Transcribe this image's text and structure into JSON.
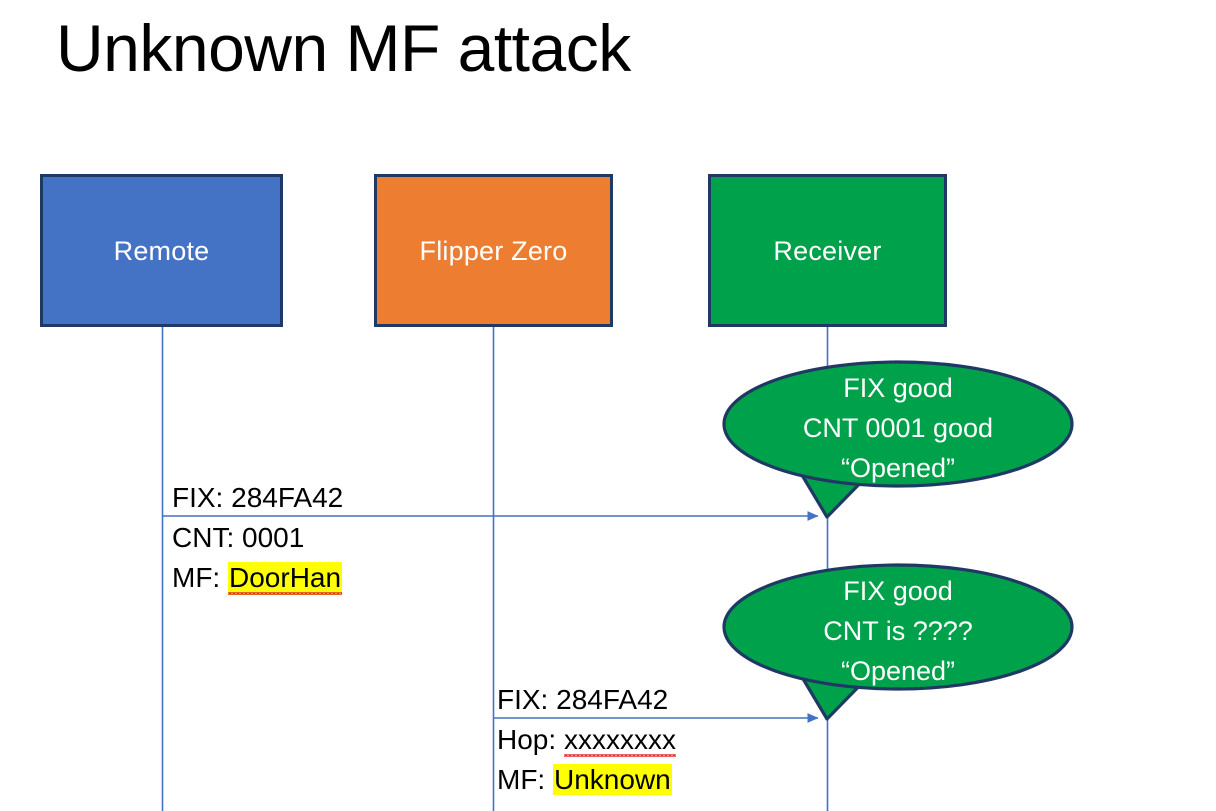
{
  "slide": {
    "title": "Unknown MF attack",
    "background": "#FFFFFF"
  },
  "colors": {
    "remote_fill": "#4472C4",
    "flipper_fill": "#ED7D31",
    "receiver_fill": "#00A14B",
    "box_border": "#1F3864",
    "lifeline": "#4472C4",
    "arrow": "#4472C4",
    "bubble_fill": "#00A14B",
    "bubble_border": "#1F3864",
    "highlight": "#FFFF00",
    "text_dark": "#000000",
    "text_light": "#FFFFFF"
  },
  "actors": [
    {
      "id": "remote",
      "label": "Remote",
      "fill": "#4472C4"
    },
    {
      "id": "flipper",
      "label": "Flipper Zero",
      "fill": "#ED7D31"
    },
    {
      "id": "receiver",
      "label": "Receiver",
      "fill": "#00A14B"
    }
  ],
  "messages": [
    {
      "id": "msg-remote-to-receiver",
      "from": "remote",
      "to": "receiver",
      "lines": [
        {
          "text": "FIX: 284FA42",
          "highlight": false,
          "spellerror": false
        },
        {
          "text": "CNT: 0001",
          "highlight": false,
          "spellerror": false
        }
      ],
      "label_fix": "FIX: 284FA42",
      "label_cnt": "CNT: 0001",
      "label_mf_prefix": "MF: ",
      "label_mf_value": "DoorHan"
    },
    {
      "id": "msg-flipper-to-receiver",
      "from": "flipper",
      "to": "receiver",
      "label_fix": "FIX: 284FA42",
      "label_hop_prefix": "Hop: ",
      "label_hop_value": "xxxxxxxx",
      "label_mf_prefix": "MF: ",
      "label_mf_value": "Unknown"
    }
  ],
  "bubbles": [
    {
      "id": "bubble-first-reply",
      "lines": [
        "FIX good",
        "CNT 0001 good",
        "“Opened”"
      ]
    },
    {
      "id": "bubble-second-reply",
      "lines": [
        "FIX good",
        "CNT is ????",
        "“Opened”"
      ]
    }
  ]
}
